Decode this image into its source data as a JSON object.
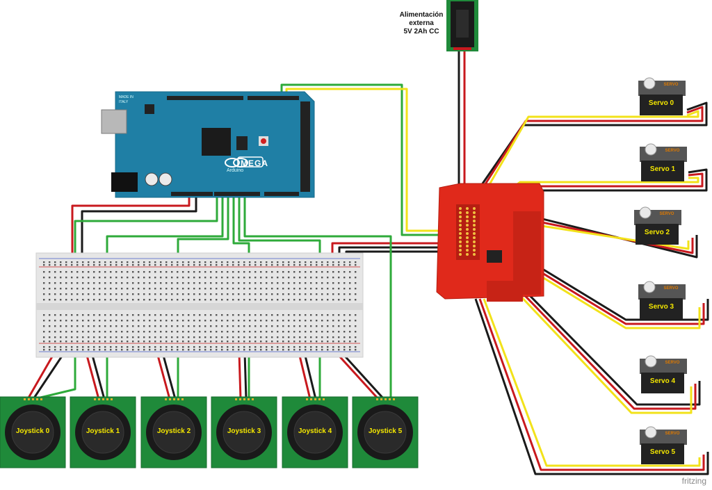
{
  "power": {
    "label_line1": "Alimentación",
    "label_line2": "externa",
    "label_line3": "5V 2Ah CC"
  },
  "arduino": {
    "mega_label": "MEGA",
    "brand_label": "Arduino",
    "made_in": "MADE IN ITALY"
  },
  "joysticks": [
    {
      "label": "Joystick 0"
    },
    {
      "label": "Joystick 1"
    },
    {
      "label": "Joystick 2"
    },
    {
      "label": "Joystick 3"
    },
    {
      "label": "Joystick 4"
    },
    {
      "label": "Joystick 5"
    }
  ],
  "servos": [
    {
      "label": "Servo 0",
      "tag": "SERVO"
    },
    {
      "label": "Servo 1",
      "tag": "SERVO"
    },
    {
      "label": "Servo 2",
      "tag": "SERVO"
    },
    {
      "label": "Servo 3",
      "tag": "SERVO"
    },
    {
      "label": "Servo 4",
      "tag": "SERVO"
    },
    {
      "label": "Servo 5",
      "tag": "SERVO"
    }
  ],
  "footer": {
    "brand": "fritzing"
  },
  "colors": {
    "wire_red": "#c8191e",
    "wire_black": "#1a1a1a",
    "wire_green": "#2eaa3a",
    "wire_yellow": "#f2e21a",
    "arduino_board": "#1f7fa5",
    "servo_shield": "#e0291b",
    "joystick_board": "#1f8a3a",
    "breadboard": "#e6e6e6"
  }
}
